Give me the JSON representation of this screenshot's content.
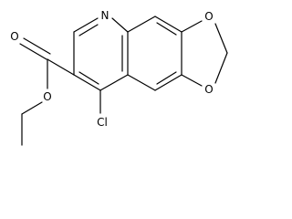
{
  "molecule": {
    "atoms": {
      "n_ring": "N",
      "o_diox_top": "O",
      "o_diox_bottom": "O",
      "o_carbonyl": "O",
      "o_ester": "O",
      "cl": "Cl"
    }
  }
}
